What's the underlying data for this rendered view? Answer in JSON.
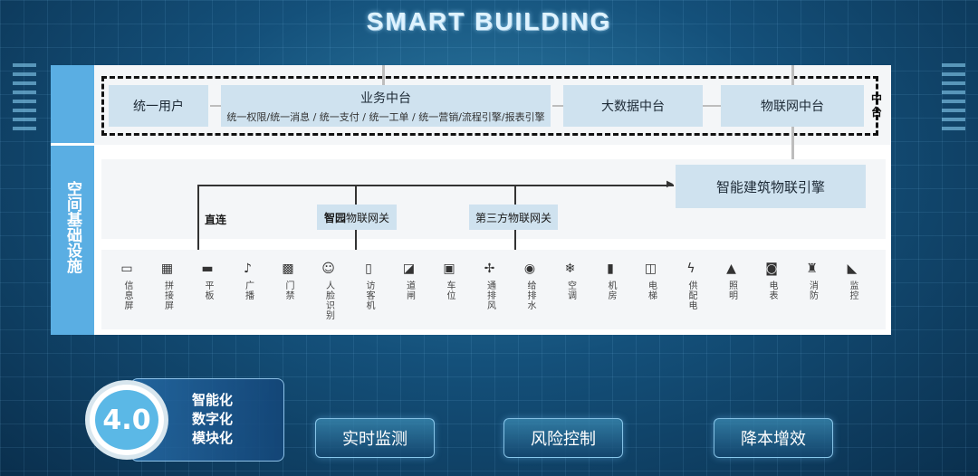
{
  "title": "SMART BUILDING",
  "middle_platform_label": "中台",
  "space_label": "空间基础设施",
  "blocks": {
    "unified_user": "统一用户",
    "business_center": "业务中台",
    "business_center_sub": "统一权限/统一消息 / 统一支付 / 统一工单 / 统一营销/流程引擎/报表引擎",
    "big_data": "大数据中台",
    "iot_center": "物联网中台",
    "iot_engine": "智能建筑物联引擎"
  },
  "connections": {
    "direct": "直连",
    "smart_park_bold": "智园",
    "smart_park_rest": "物联网关",
    "third_party": "第三方物联网关"
  },
  "devices": [
    {
      "name": "信息屏",
      "icon": "monitor-icon",
      "glyph": "▭"
    },
    {
      "name": "拼接屏",
      "icon": "tiled-screen-icon",
      "glyph": "▦"
    },
    {
      "name": "平板",
      "icon": "tablet-icon",
      "glyph": "▬"
    },
    {
      "name": "广播",
      "icon": "music-note-icon",
      "glyph": "♪"
    },
    {
      "name": "门禁",
      "icon": "qr-code-icon",
      "glyph": "▩"
    },
    {
      "name": "人脸识别",
      "icon": "face-recognition-icon",
      "glyph": "☺"
    },
    {
      "name": "访客机",
      "icon": "visitor-machine-icon",
      "glyph": "▯"
    },
    {
      "name": "道闸",
      "icon": "barrier-gate-icon",
      "glyph": "◪"
    },
    {
      "name": "车位",
      "icon": "parking-icon",
      "glyph": "▣"
    },
    {
      "name": "通排风",
      "icon": "fan-icon",
      "glyph": "✢"
    },
    {
      "name": "给排水",
      "icon": "water-pump-icon",
      "glyph": "◉"
    },
    {
      "name": "空调",
      "icon": "snowflake-icon",
      "glyph": "❄"
    },
    {
      "name": "机房",
      "icon": "server-room-icon",
      "glyph": "▮"
    },
    {
      "name": "电梯",
      "icon": "elevator-icon",
      "glyph": "◫"
    },
    {
      "name": "供配电",
      "icon": "power-icon",
      "glyph": "ϟ"
    },
    {
      "name": "照明",
      "icon": "lamp-icon",
      "glyph": "▲"
    },
    {
      "name": "电表",
      "icon": "meter-icon",
      "glyph": "◙"
    },
    {
      "name": "消防",
      "icon": "hydrant-icon",
      "glyph": "♜"
    },
    {
      "name": "监控",
      "icon": "camera-icon",
      "glyph": "◣"
    }
  ],
  "badge": {
    "value": "4.0",
    "lines": [
      "智能化",
      "数字化",
      "模块化"
    ]
  },
  "buttons": [
    "实时监测",
    "风险控制",
    "降本增效"
  ],
  "colors": {
    "accent_blue": "#5aaee3",
    "block_fill": "#cfe2ef"
  }
}
